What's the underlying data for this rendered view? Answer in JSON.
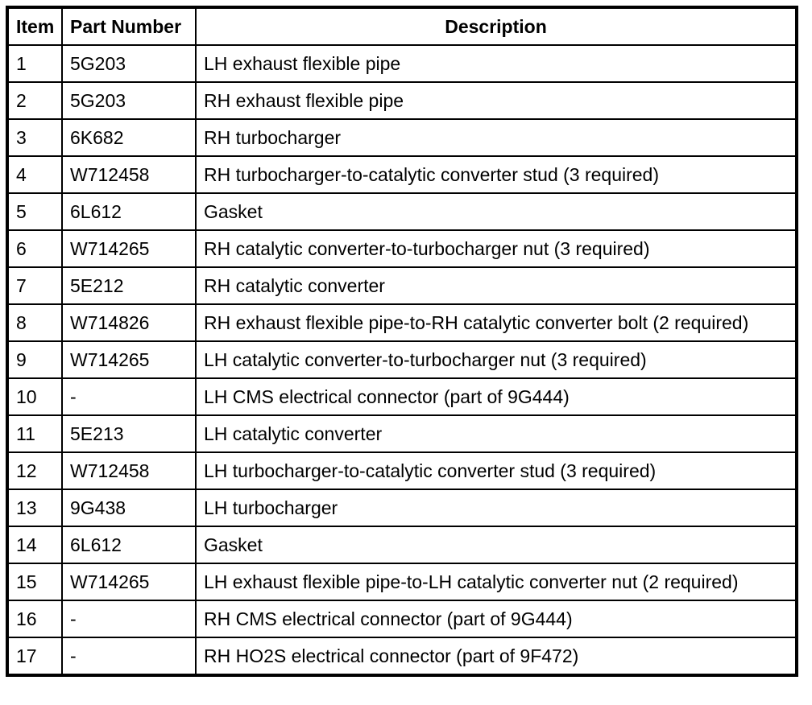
{
  "table": {
    "columns": [
      {
        "key": "item",
        "label": "Item"
      },
      {
        "key": "part_number",
        "label": "Part Number"
      },
      {
        "key": "description",
        "label": "Description"
      }
    ],
    "rows": [
      {
        "item": "1",
        "part_number": "5G203",
        "description": "LH exhaust flexible pipe"
      },
      {
        "item": "2",
        "part_number": "5G203",
        "description": "RH exhaust flexible pipe"
      },
      {
        "item": "3",
        "part_number": "6K682",
        "description": "RH turbocharger"
      },
      {
        "item": "4",
        "part_number": "W712458",
        "description": "RH turbocharger-to-catalytic converter stud (3 required)"
      },
      {
        "item": "5",
        "part_number": "6L612",
        "description": "Gasket"
      },
      {
        "item": "6",
        "part_number": "W714265",
        "description": "RH catalytic converter-to-turbocharger nut (3 required)"
      },
      {
        "item": "7",
        "part_number": "5E212",
        "description": "RH catalytic converter"
      },
      {
        "item": "8",
        "part_number": "W714826",
        "description": "RH exhaust flexible pipe-to-RH catalytic converter bolt (2 required)"
      },
      {
        "item": "9",
        "part_number": "W714265",
        "description": "LH catalytic converter-to-turbocharger nut (3 required)"
      },
      {
        "item": "10",
        "part_number": "-",
        "description": "LH CMS electrical connector (part of 9G444)"
      },
      {
        "item": "11",
        "part_number": "5E213",
        "description": "LH catalytic converter"
      },
      {
        "item": "12",
        "part_number": "W712458",
        "description": "LH turbocharger-to-catalytic converter stud (3 required)"
      },
      {
        "item": "13",
        "part_number": "9G438",
        "description": "LH turbocharger"
      },
      {
        "item": "14",
        "part_number": "6L612",
        "description": "Gasket"
      },
      {
        "item": "15",
        "part_number": "W714265",
        "description": "LH exhaust flexible pipe-to-LH catalytic converter nut (2 required)"
      },
      {
        "item": "16",
        "part_number": "-",
        "description": "RH CMS electrical connector (part of 9G444)"
      },
      {
        "item": "17",
        "part_number": "-",
        "description": "RH HO2S electrical connector (part of 9F472)"
      }
    ]
  },
  "colors": {
    "background": "#ffffff",
    "border": "#000000",
    "text": "#000000"
  }
}
